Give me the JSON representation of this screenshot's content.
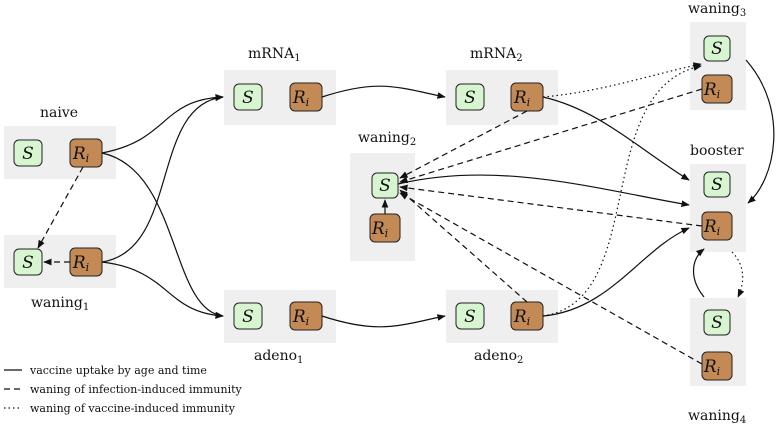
{
  "legend": {
    "solid": "vaccine uptake by age and time",
    "dashed": "waning of infection-induced immunity",
    "dotted": "waning of vaccine-induced immunity"
  },
  "boxes": {
    "s_letter": "S",
    "r_letter": "R",
    "r_subscript": "i"
  },
  "compartments": [
    {
      "id": "naive",
      "name": "naive",
      "sub": ""
    },
    {
      "id": "waning1",
      "name": "waning",
      "sub": "1"
    },
    {
      "id": "mrna1",
      "name": "mRNA",
      "sub": "1"
    },
    {
      "id": "adeno1",
      "name": "adeno",
      "sub": "1"
    },
    {
      "id": "waning2",
      "name": "waning",
      "sub": "2"
    },
    {
      "id": "mrna2",
      "name": "mRNA",
      "sub": "2"
    },
    {
      "id": "adeno2",
      "name": "adeno",
      "sub": "2"
    },
    {
      "id": "waning3",
      "name": "waning",
      "sub": "3"
    },
    {
      "id": "booster",
      "name": "booster",
      "sub": ""
    },
    {
      "id": "waning4",
      "name": "waning",
      "sub": "4"
    }
  ]
}
